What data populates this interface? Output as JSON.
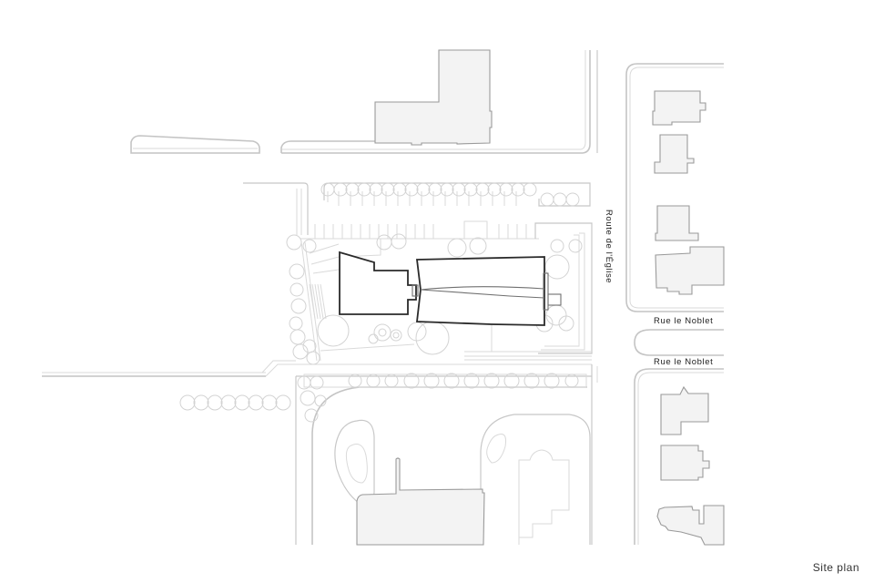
{
  "caption": "Site plan",
  "streets": {
    "route_eglise": "Route de l'Église",
    "rue_noblet_north": "Rue le Noblet",
    "rue_noblet_south": "Rue le Noblet"
  },
  "colors": {
    "background": "#ffffff",
    "context_lines": "#c8c8c8",
    "building_fill": "#f3f3f3",
    "project_outline": "#2a2a2a"
  }
}
